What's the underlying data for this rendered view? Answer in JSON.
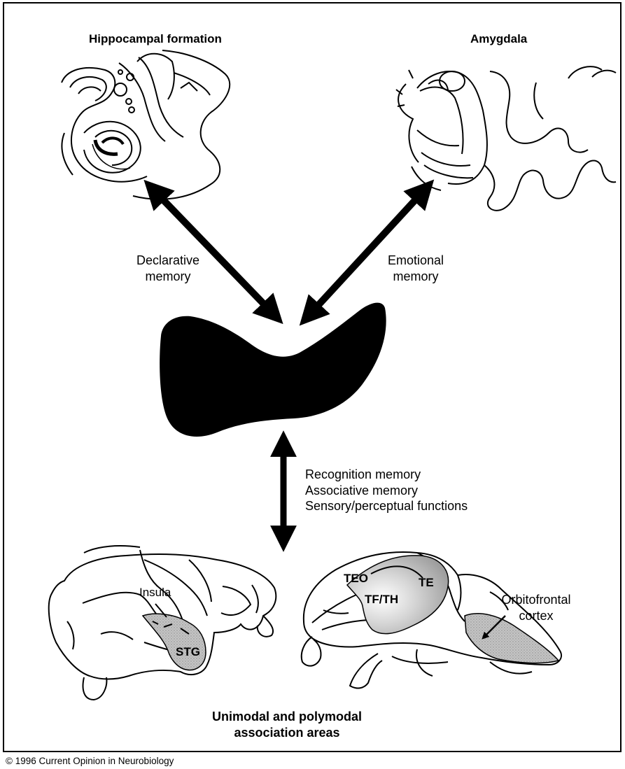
{
  "labels": {
    "hippocampal_formation": "Hippocampal formation",
    "amygdala": "Amygdala",
    "declarative_line1": "Declarative",
    "declarative_line2": "memory",
    "emotional_line1": "Emotional",
    "emotional_line2": "memory",
    "functions": [
      "Recognition memory",
      "Associative memory",
      "Sensory/perceptual functions"
    ],
    "insula": "Insula",
    "stg": "STG",
    "teo": "TEO",
    "te": "TE",
    "tf_th": "TF/TH",
    "orbitofrontal_line1": "Orbitofrontal",
    "orbitofrontal_line2": "cortex",
    "association_line1": "Unimodal and polymodal",
    "association_line2": "association areas"
  },
  "copyright": "© 1996 Current Opinion in Neurobiology",
  "colors": {
    "ink": "#000000",
    "shaded_region": "#b3b3b3",
    "background": "#ffffff"
  }
}
